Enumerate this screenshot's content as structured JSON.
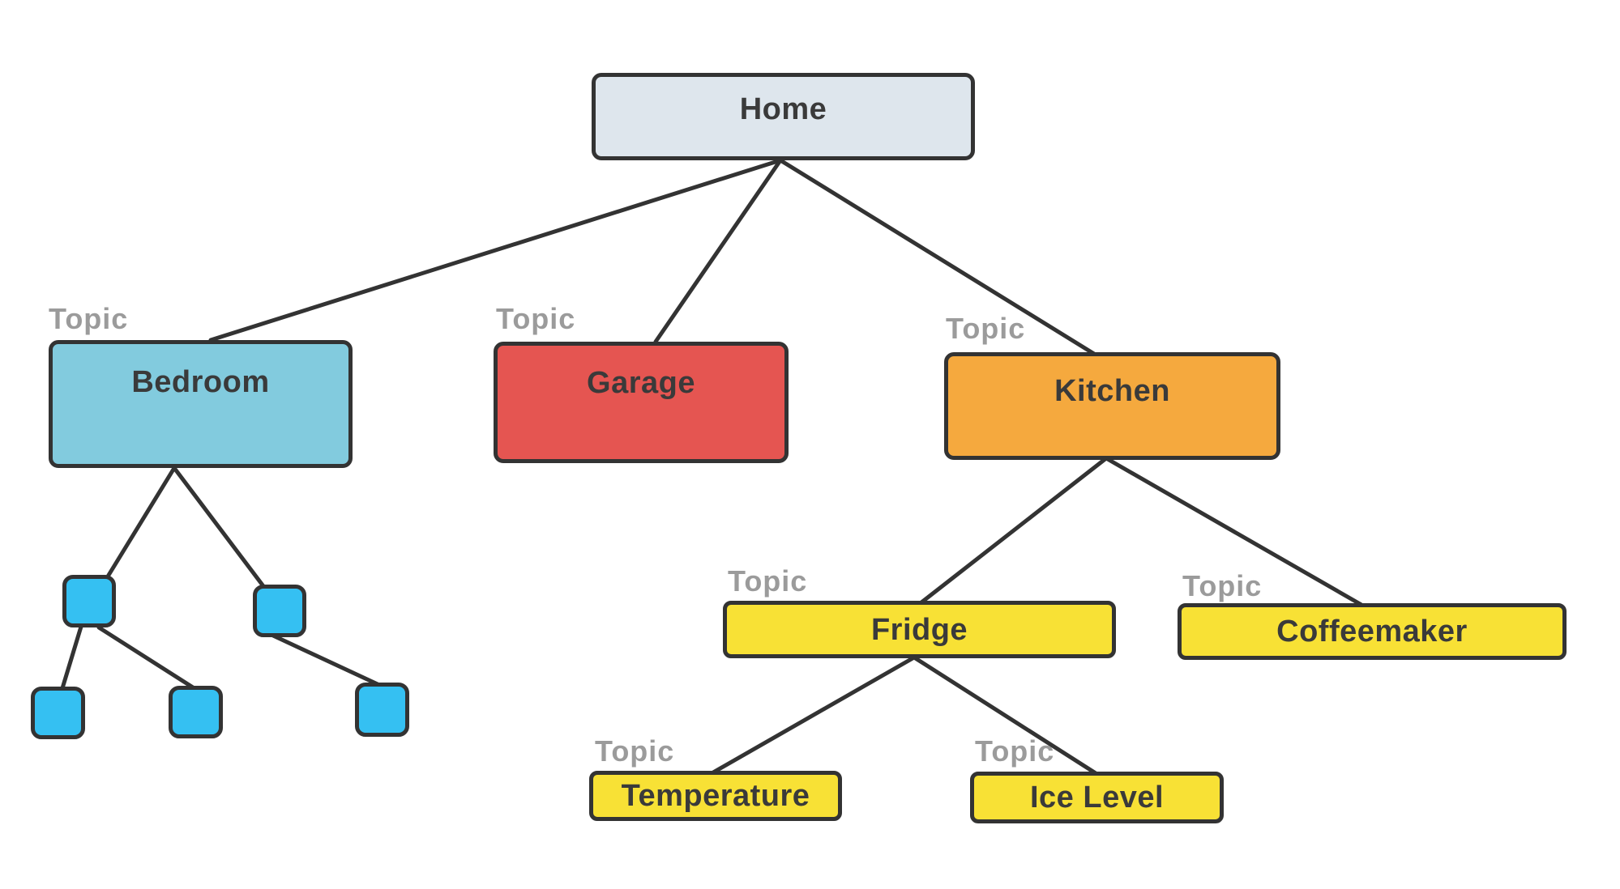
{
  "diagram": {
    "background": "#ffffff",
    "labels": {
      "topic": "Topic"
    },
    "colors": {
      "line": "#333333",
      "border": "#333333",
      "text": "#3a3a3a",
      "topic_text": "#9b9b9b",
      "home_fill": "#dee6ed",
      "bedroom_fill": "#82cbde",
      "garage_fill": "#e55551",
      "kitchen_fill": "#f5a93e",
      "subtopic_fill": "#f8e135",
      "leaf_fill": "#35c0f2"
    },
    "nodes": {
      "home": {
        "label": "Home",
        "fill": "#dee6ed"
      },
      "bedroom": {
        "label": "Bedroom",
        "fill": "#82cbde",
        "tag": "Topic"
      },
      "garage": {
        "label": "Garage",
        "fill": "#e55551",
        "tag": "Topic"
      },
      "kitchen": {
        "label": "Kitchen",
        "fill": "#f5a93e",
        "tag": "Topic"
      },
      "fridge": {
        "label": "Fridge",
        "fill": "#f8e135",
        "tag": "Topic"
      },
      "coffeemaker": {
        "label": "Coffeemaker",
        "fill": "#f8e135",
        "tag": "Topic"
      },
      "temperature": {
        "label": "Temperature",
        "fill": "#f8e135",
        "tag": "Topic"
      },
      "ice_level": {
        "label": "Ice Level",
        "fill": "#f8e135",
        "tag": "Topic"
      }
    },
    "leaf_nodes_unlabeled_count": 5,
    "hierarchy": {
      "home": [
        "bedroom",
        "garage",
        "kitchen"
      ],
      "bedroom": [
        "leaf-1",
        "leaf-2"
      ],
      "leaf-1": [
        "leaf-3",
        "leaf-4"
      ],
      "leaf-2": [
        "leaf-5"
      ],
      "kitchen": [
        "fridge",
        "coffeemaker"
      ],
      "fridge": [
        "temperature",
        "ice_level"
      ]
    }
  }
}
